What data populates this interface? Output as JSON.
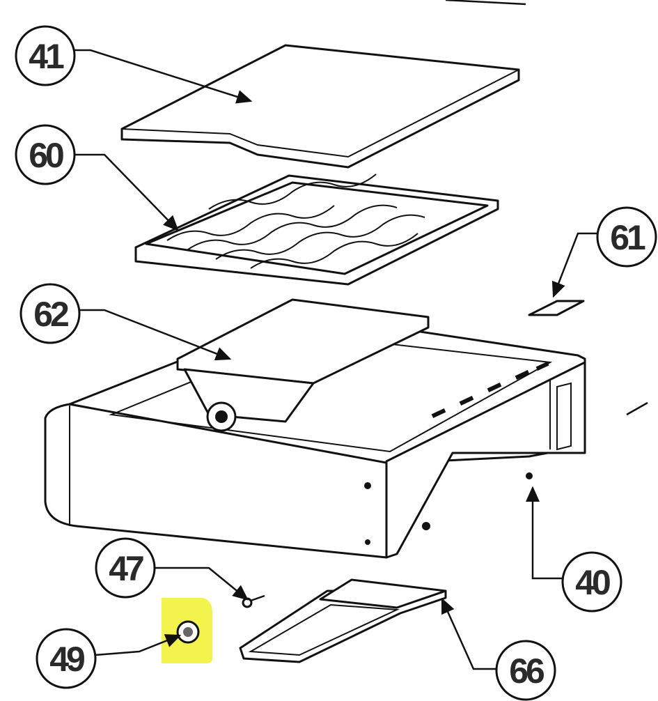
{
  "diagram": {
    "type": "exploded-parts-diagram",
    "callouts": [
      {
        "id": "41",
        "label": "41",
        "part": "griddle-plate"
      },
      {
        "id": "60",
        "label": "60",
        "part": "cooking-grate"
      },
      {
        "id": "61",
        "label": "61",
        "part": "bracket-clip"
      },
      {
        "id": "62",
        "label": "62",
        "part": "burner"
      },
      {
        "id": "40",
        "label": "40",
        "part": "screw"
      },
      {
        "id": "47",
        "label": "47",
        "part": "pin"
      },
      {
        "id": "49",
        "label": "49",
        "part": "washer-nut"
      },
      {
        "id": "66",
        "label": "66",
        "part": "drip-tray"
      }
    ],
    "highlight": {
      "part": "49",
      "color": "#f2f23a"
    }
  }
}
